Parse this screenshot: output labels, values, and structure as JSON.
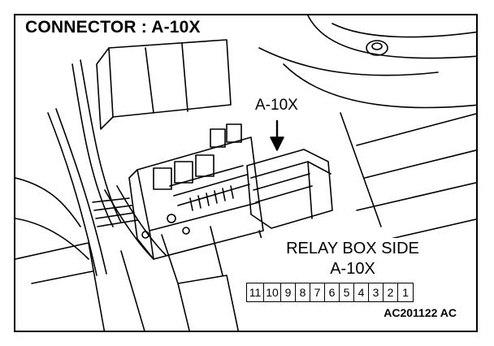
{
  "diagram": {
    "title": "CONNECTOR : A-10X",
    "callout_label": "A-10X",
    "panel_title": "RELAY BOX SIDE",
    "panel_subtitle": "A-10X",
    "pins": [
      "11",
      "10",
      "9",
      "8",
      "7",
      "6",
      "5",
      "4",
      "3",
      "2",
      "1"
    ],
    "figure_code": "AC201122 AC"
  }
}
